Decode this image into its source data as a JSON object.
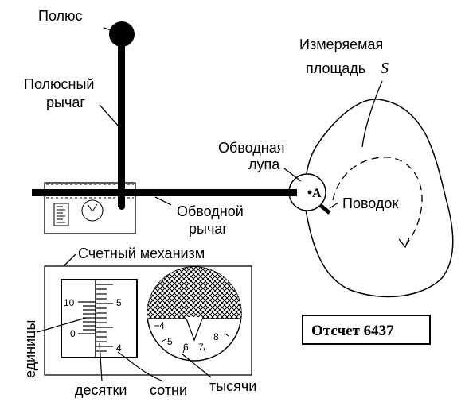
{
  "labels": {
    "pole": "Полюс",
    "pole_arm_1": "Полюсный",
    "pole_arm_2": "рычаг",
    "area_1": "Измеряемая",
    "area_2": "площадь",
    "area_symbol": "S",
    "tracer_lens_1": "Обводная",
    "tracer_lens_2": "лупа",
    "point_a": "A",
    "leash": "Поводок",
    "tracer_arm_1": "Обводной",
    "tracer_arm_2": "рычаг",
    "counter": "Счетный механизм",
    "units": "единицы",
    "tens": "десятки",
    "hundreds": "сотни",
    "thousands": "тысячи",
    "reading": "Отсчет 6437"
  },
  "scale": {
    "left_10": "10",
    "left_0": "0",
    "right_5": "5",
    "right_4": "4"
  },
  "dial": {
    "n4": "4",
    "n5": "5",
    "n6": "6",
    "n7": "7",
    "n8": "8"
  }
}
